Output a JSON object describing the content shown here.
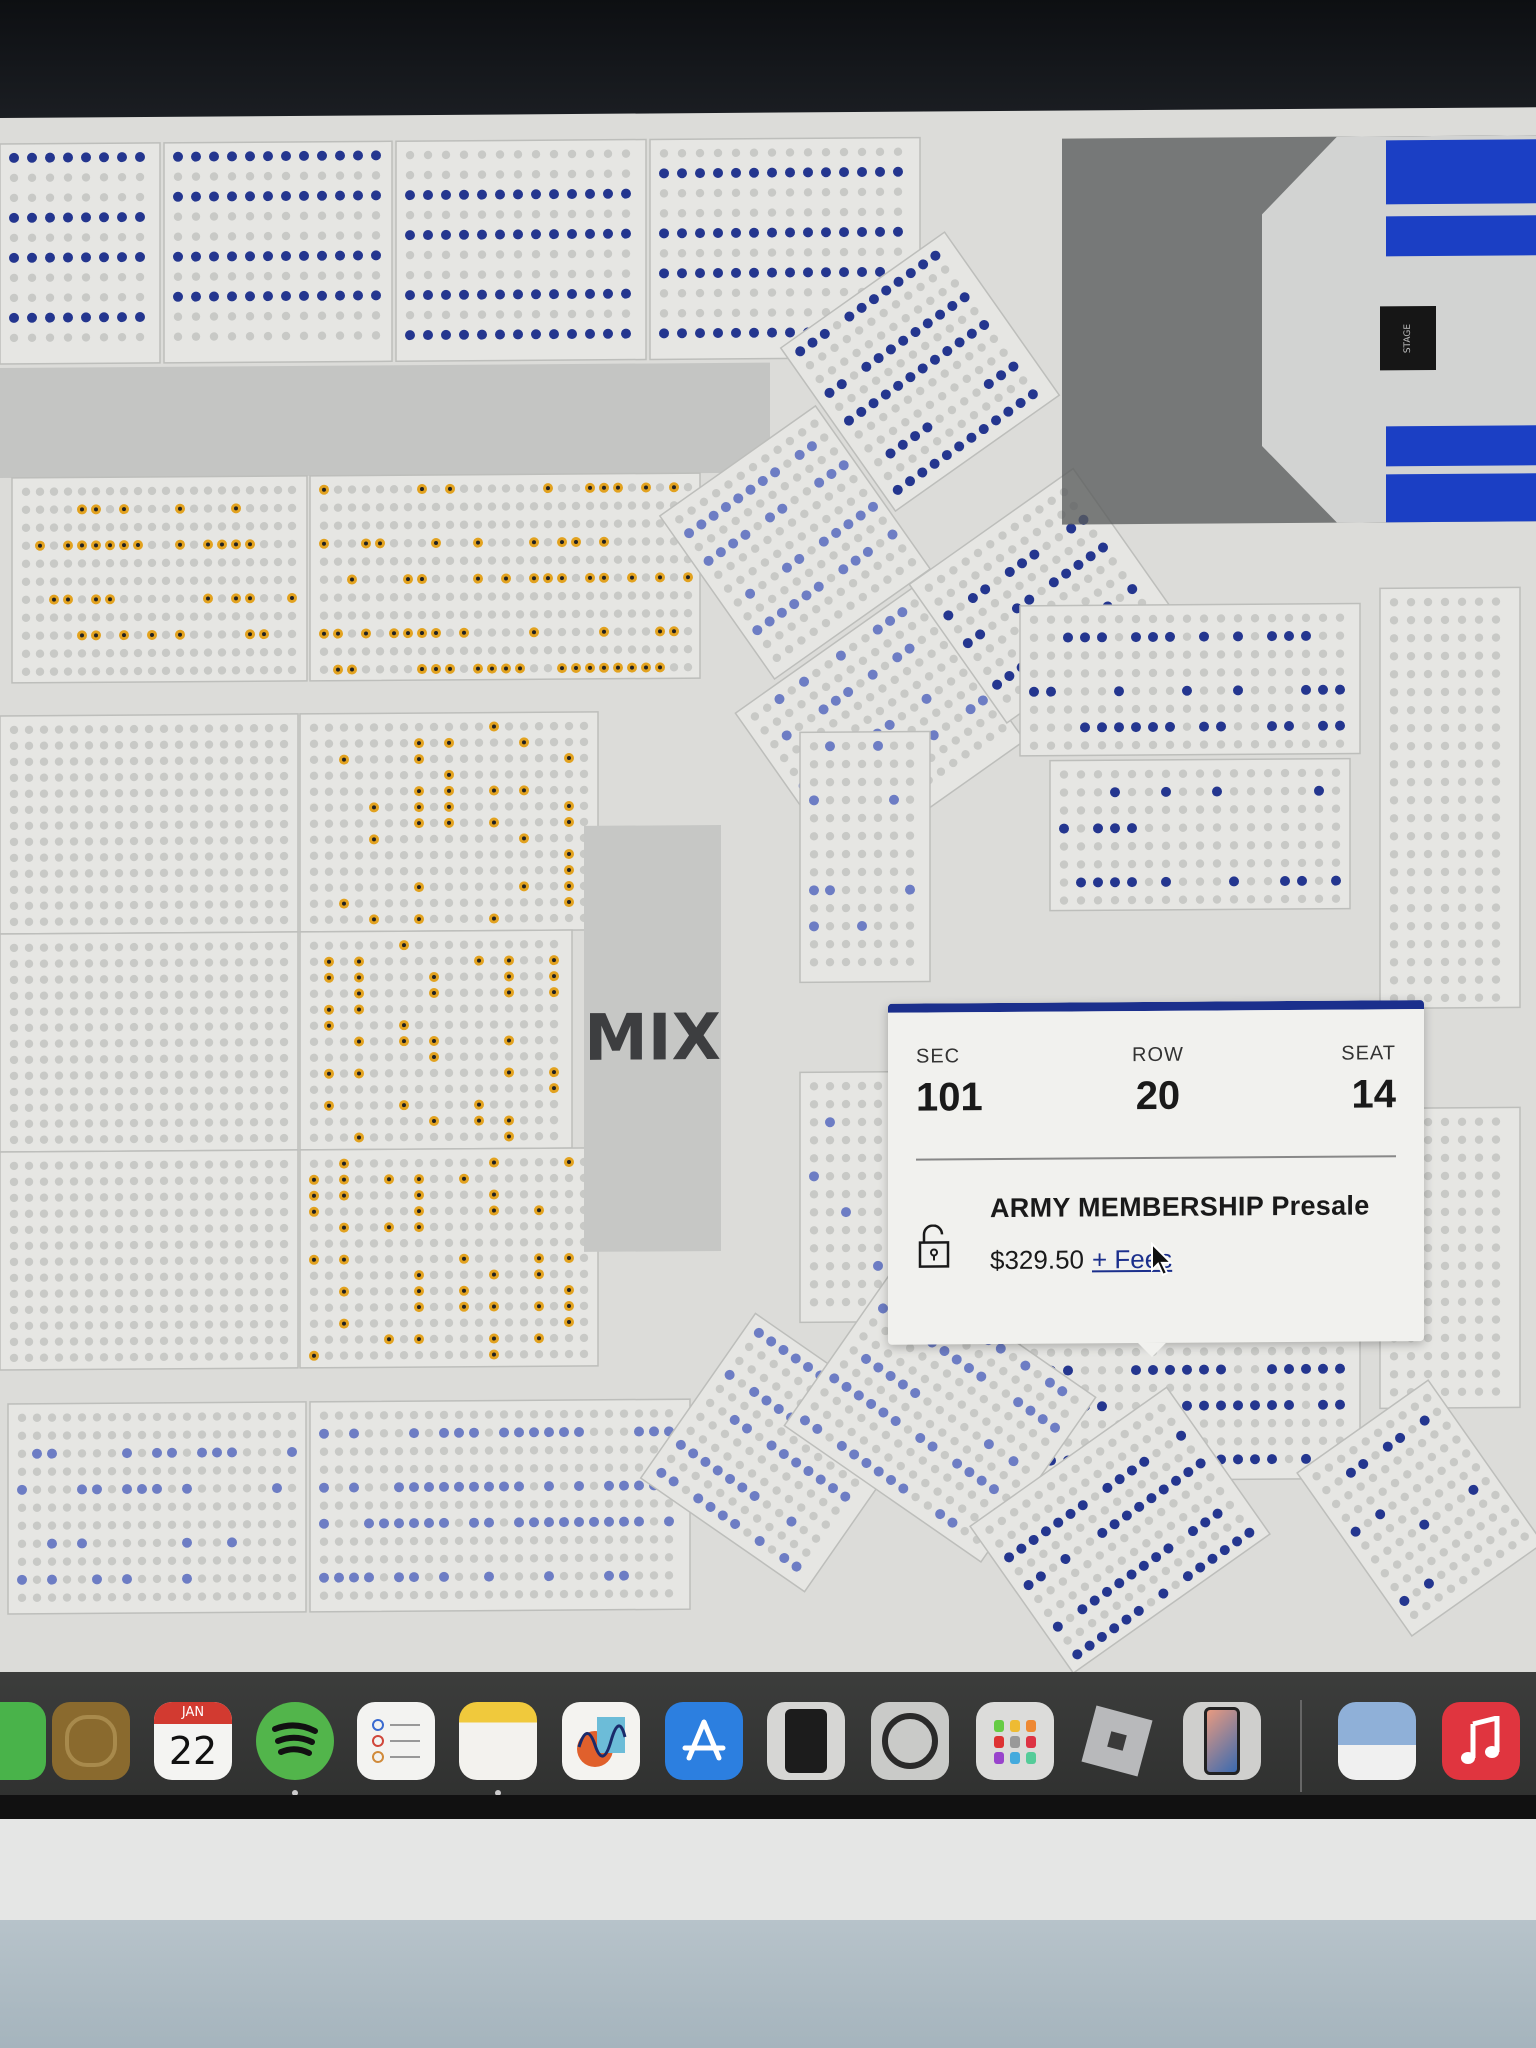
{
  "seat_map": {
    "mix_label": "MIX",
    "minimap": {
      "stage_label": "STAGE"
    },
    "colors": {
      "unavailable": "#c8c9c6",
      "available_dark": "#24368f",
      "available_light": "#6d7dc4",
      "resale": "#e2a21f",
      "section_bg": "#e6e6e3",
      "aisle": "#c4c5c3"
    }
  },
  "tooltip": {
    "sec_label": "SEC",
    "sec_value": "101",
    "row_label": "ROW",
    "row_value": "20",
    "seat_label": "SEAT",
    "seat_value": "14",
    "offer_name": "ARMY MEMBERSHIP Presale",
    "price": "$329.50",
    "fees_link": "+ Fees",
    "accent": "#1b2f8c"
  },
  "dock": {
    "calendar": {
      "month": "JAN",
      "day": "22"
    },
    "apps": [
      "facetime-icon",
      "contacts-icon",
      "calendar-icon",
      "spotify-icon",
      "reminders-icon",
      "notes-icon",
      "freeform-icon",
      "app-store-icon",
      "calculator-icon",
      "system-settings-icon",
      "launchpad-icon",
      "roblox-icon",
      "iphone-mirroring-icon",
      "preview-icon",
      "music-icon"
    ]
  }
}
